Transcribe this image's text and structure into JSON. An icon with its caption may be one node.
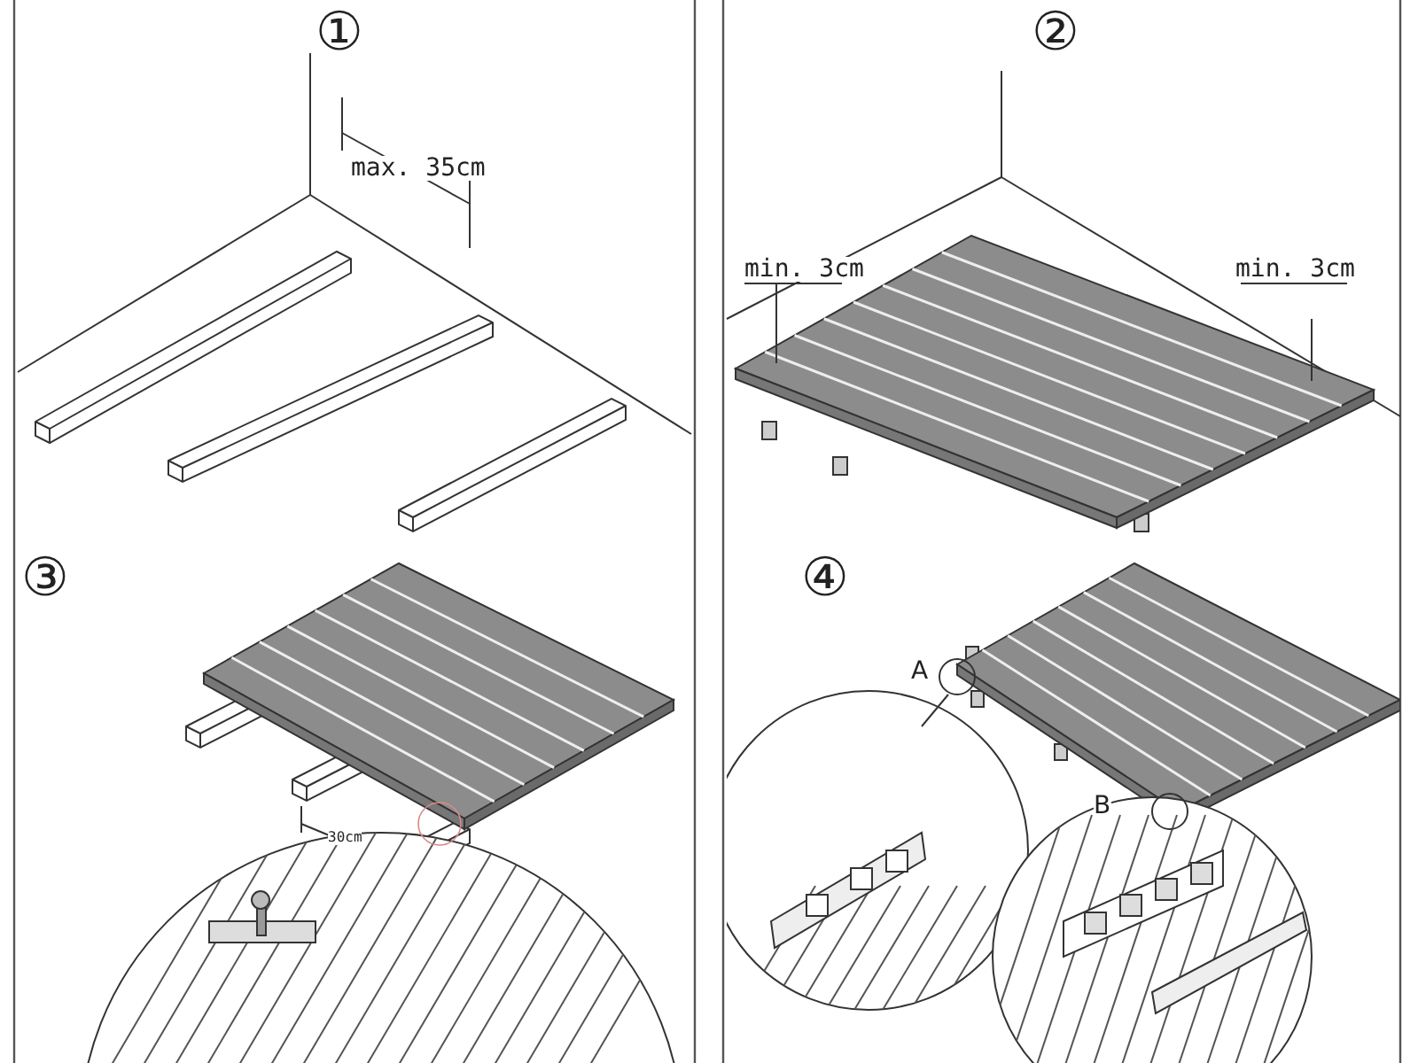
{
  "diagram": {
    "labels": [
      "①",
      "max. 35cm",
      "②",
      "min. 3cm",
      "min. 3cm",
      "③",
      "30cm",
      "④",
      "A",
      "B"
    ]
  }
}
